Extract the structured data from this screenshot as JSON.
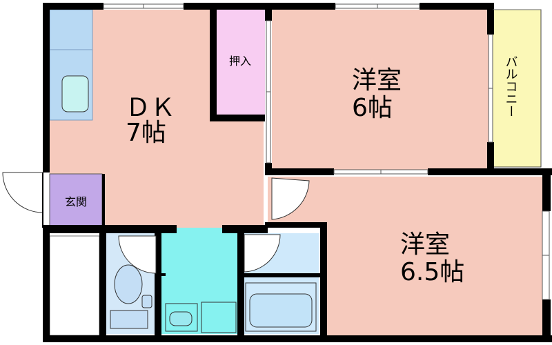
{
  "rooms": {
    "dk": {
      "line1": "ＤＫ",
      "line2": "7帖"
    },
    "western_6": {
      "line1": "洋室",
      "line2": "6帖"
    },
    "western_6_5": {
      "line1": "洋室",
      "line2": "6.5帖"
    },
    "closet": "押入",
    "entrance": "玄関",
    "balcony": "バルコニー"
  },
  "colors": {
    "room_fill": "#f6cabd",
    "closet_fill": "#f8cdf2",
    "entrance_fill": "#c2a8e8",
    "kitchen_fill": "#b8d9f3",
    "wash_fill": "#86f2f0",
    "bath_fill": "#cfe9fb",
    "toilet_fill": "#d4e8f8",
    "balcony_fill": "#fbf8b7",
    "wall": "#000000"
  }
}
